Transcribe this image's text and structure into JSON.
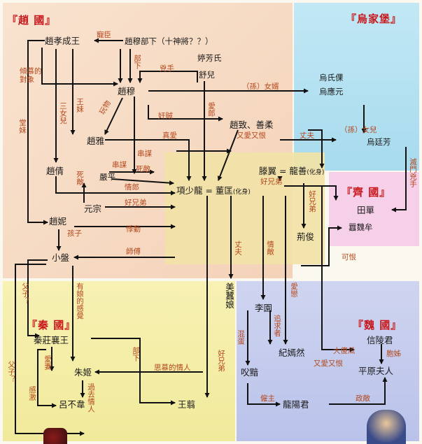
{
  "regions": {
    "zhao": "『趙 國』",
    "wujiabao": "『烏家堡』",
    "qi": "『齊 國』",
    "qin": "『秦 國』",
    "wei": "『魏 國』"
  },
  "nodes": {
    "zhao_xiaocheng": "趙孝成王",
    "zhao_mu_subordinates": "趙穆部下（十神將？？）",
    "ting_fang_shi": "婷芳氏",
    "shu_er": "舒兒",
    "zhao_mu": "趙穆",
    "zhao_ya": "趙雅",
    "zhao_qian": "趙倩",
    "yan_ping": "嚴平",
    "yuan_zong": "元宗",
    "zhao_ni": "趙妮",
    "xiao_pan": "小盤",
    "zhao_zhi_shan_rou": "趙致、善柔",
    "wu_shi_luo": "烏氏倮",
    "wu_ying_yuan": "烏應元",
    "wu_ting_fang": "烏廷芳",
    "xiang_shao_long": "項少龍 = 董匡",
    "xiang_shao_long_tag": "(化身)",
    "teng_yi": "滕翼 = 龍善",
    "teng_yi_tag": "(化身)",
    "jing_jun": "荊俊",
    "tian_dan": "田單",
    "xiao_wei_mou": "囂魏牟",
    "mei_can_niang": "美蠶娘",
    "qin_zhuang_xiang": "秦莊襄王",
    "zhu_ji": "朱姬",
    "lu_bu_wei": "呂不韋",
    "wang_jian": "王翦",
    "li_yuan": "李園",
    "ji_yan_ran": "紀嫣然",
    "xin_ling_jun": "信陵君",
    "ping_yuan_fu_ren": "平原夫人",
    "hui_fu": "㕮黯",
    "long_yang_jun": "龍陽君"
  },
  "labels": {
    "chong_chen": "寵臣",
    "bu_xia_1": "部下",
    "xiong_shou": "兇手",
    "sun_nu_xu": "（孫）女婿",
    "qing_mu": "傾慕的對象",
    "tang_mei": "堂妹",
    "san_nu_er": "三女兒",
    "wang_mei": "王妹",
    "wan_wu": "玩物",
    "jian_zei": "奸賊",
    "ai_lang": "愛郎",
    "zhen_ai": "真愛",
    "you_ai_you_hen_1": "又愛又恨",
    "zhang_fu_1": "丈夫",
    "sun_nu_er": "（孫）女兒",
    "mie_men_xiong_shou": "滅門兇手",
    "chuan_mou_1": "串謀",
    "chuan_mou_2": "串謀",
    "si_di_1": "死敵",
    "si_di_2": "死敵",
    "qing_lang": "情郎",
    "hao_xiong_di_1": "好兄弟",
    "hao_xiong_di_2": "好兄弟",
    "hao_xiong_di_3": "好兄弟",
    "hai_zi": "孩子",
    "ke_hen_zheng_dong": "悸動",
    "shi_fu": "師傅",
    "ke_hen": "可恨",
    "zhang_fu_2": "丈夫",
    "qing_di": "情敵",
    "fu_zi_1": "父子？",
    "fu_zi_2": "父子？",
    "you_niang": "有娘的感覺",
    "ai_qi": "愛妻",
    "gan_ji": "感激",
    "guo_qu_qing_ren": "過去情人",
    "bu_xia_2": "部下",
    "en_mu": "思慕的情人",
    "hao_xiong_di_4": "好兄弟",
    "ai_lian": "愛戀",
    "zhui_qiu_zhe": "追求者",
    "hun_dan": "混蛋",
    "da_sha_gua": "大傻瓜",
    "you_ai_you_hen_2": "又愛又恨",
    "bao_zi": "胞姊",
    "gu_zhu": "僱主",
    "zheng_di": "政敵"
  },
  "colors": {
    "zhao": "#f7dcc6",
    "wujiabao": "#bfe6f3",
    "qi": "#f7d1ea",
    "center": "#f3e3a4",
    "qin": "#f5f0b0",
    "wei": "#c9d0ee",
    "title": "#c8171a",
    "label": "#b5481e",
    "arrow": "#111111"
  }
}
